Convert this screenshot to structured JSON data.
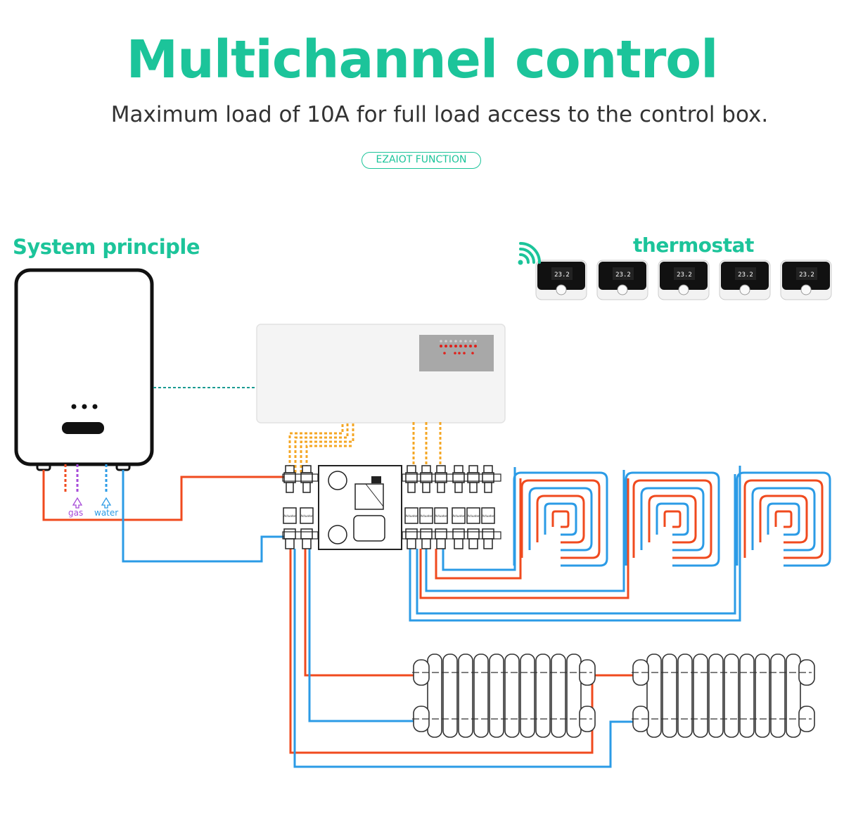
{
  "header": {
    "title": "Multichannel control",
    "subtitle": "Maximum load of 10A for full load access to the control box.",
    "badge": "EZAIOT FUNCTION"
  },
  "labels": {
    "system_principle": "System principle",
    "thermostat": "thermostat",
    "gas": "gas",
    "water": "water",
    "actuator": "Actuator"
  },
  "thermostat_count": 5,
  "thermostat_display": "23.2",
  "colors": {
    "accent": "#1cc49a",
    "hot_pipe": "#f04a1e",
    "cold_pipe": "#2b9be6",
    "signal_wire": "#f4a623",
    "gas_line": "#a64ad8"
  }
}
